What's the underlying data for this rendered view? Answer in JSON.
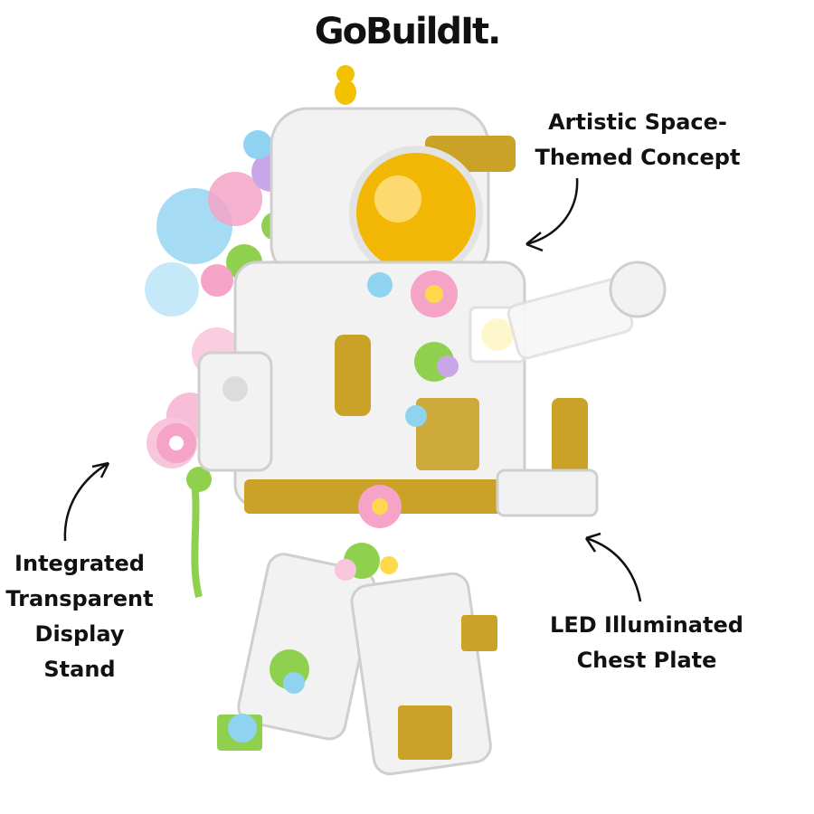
{
  "brand": {
    "logo_text": "GoBuildIt."
  },
  "callouts": {
    "top": {
      "lines": [
        "Artistic Space-",
        "Themed Concept"
      ]
    },
    "left": {
      "lines": [
        "Integrated",
        "Transparent",
        "Display",
        "Stand"
      ]
    },
    "bottom": {
      "lines": [
        "LED Illuminated",
        "Chest Plate"
      ]
    }
  },
  "colors": {
    "text": "#111111",
    "brick_white": "#f2f2f2",
    "brick_gold": "#c9a227",
    "visor_gold": "#f2b705",
    "leaf_green": "#8fd14f",
    "flower_pink": "#f5a3c7",
    "flower_blue": "#8fd3f0",
    "flower_purple": "#c9a6e8",
    "flower_yellow": "#ffd84d"
  }
}
